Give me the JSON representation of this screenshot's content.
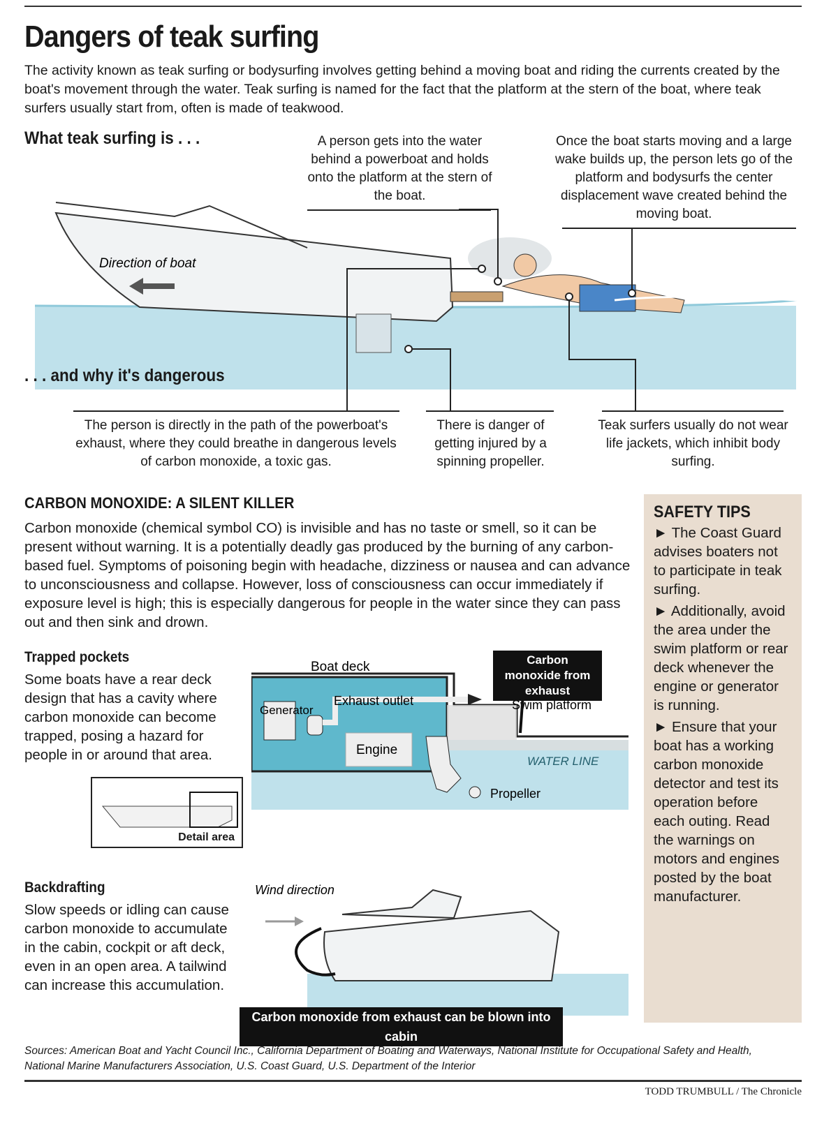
{
  "title": "Dangers of teak surfing",
  "intro": "The activity known as teak surfing or bodysurfing involves getting behind a moving boat and riding the currents created by the boat's movement through the water. Teak surfing is named for the fact that the platform at the stern of the boat, where teak surfers usually start from, often is made of teakwood.",
  "what": {
    "heading": "What teak surfing is . . .",
    "callout1": "A person gets into the water behind a powerboat and holds onto the platform at the stern of the boat.",
    "callout2": "Once the boat starts moving and a large wake builds up, the person lets go of the platform and bodysurfs the center displacement wave created behind the moving boat.",
    "direction_label": "Direction of boat"
  },
  "why": {
    "heading": ". . . and why it's dangerous",
    "danger1": "The person is directly in the path of the powerboat's exhaust, where they could breathe in dangerous levels of carbon monoxide, a toxic gas.",
    "danger2": "There is danger of getting injured by a spinning propeller.",
    "danger3": "Teak surfers usually do not wear life jackets, which inhibit body surfing."
  },
  "co": {
    "heading": "CARBON MONOXIDE: A SILENT KILLER",
    "text": "Carbon monoxide (chemical symbol CO) is invisible and has no taste or smell, so it can be present without warning. It is a potentially deadly gas produced by the burning of any carbon-based fuel. Symptoms of poisoning begin with headache, dizziness or nausea and can advance to unconsciousness and collapse. However, loss of consciousness can occur immediately if exposure level is high; this is especially dangerous for people in the water since they can pass out and then sink and drown."
  },
  "trapped": {
    "heading": "Trapped pockets",
    "text": "Some boats have a rear deck design that has a cavity where carbon monoxide can become trapped, posing a hazard for people in or around that area.",
    "labels": {
      "boat_deck": "Boat deck",
      "generator": "Generator",
      "exhaust": "Exhaust outlet",
      "engine": "Engine",
      "co": "Carbon monoxide from exhaust",
      "swim": "Swim platform",
      "water": "WATER LINE",
      "propeller": "Propeller",
      "detail": "Detail area"
    }
  },
  "backdraft": {
    "heading": "Backdrafting",
    "text": "Slow speeds or idling can cause carbon monoxide to accumulate in the cabin, cockpit or aft deck, even in an open area. A tailwind can increase this accumulation.",
    "wind": "Wind direction",
    "label": "Carbon monoxide from exhaust can be blown into cabin"
  },
  "tips": {
    "heading": "SAFETY TIPS",
    "items": [
      "► The Coast Guard advises boaters not to participate in teak surfing.",
      "► Additionally, avoid the area under the swim platform or rear deck whenever the engine or generator is running.",
      "► Ensure that your boat has a working carbon monoxide detector and test its operation before each outing. Read the warnings on motors and engines posted by the boat manufacturer."
    ]
  },
  "sources": "Sources: American Boat and Yacht Council Inc., California Department of Boating and Waterways, National Institute for Occupational Safety and Health, National Marine Manufacturers Association, U.S. Coast Guard, U.S. Department of the Interior",
  "credit": "TODD TRUMBULL / The Chronicle"
}
